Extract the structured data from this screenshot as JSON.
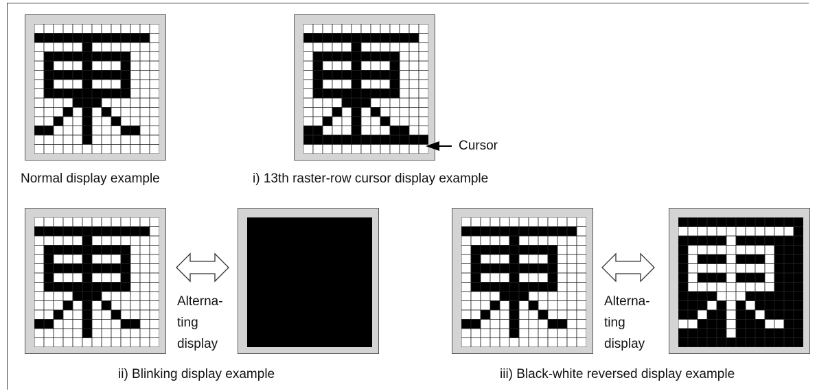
{
  "glyph": {
    "name": "東",
    "rows": [
      "0000000000000",
      "1111111111110",
      "0000010000000",
      "0111111111000",
      "0100010001000",
      "0111111111000",
      "0100010001000",
      "0111111111000",
      "0000111000000",
      "0001010100000",
      "0010010010000",
      "1100010001100",
      "0000010000000",
      "0000000000000"
    ]
  },
  "labels": {
    "normal": "Normal display example",
    "cursor": "Cursor",
    "cursor_example": "i) 13th raster-row cursor display example",
    "blinking": "ii) Blinking display example",
    "reversed": "iii) Black-white reversed display example",
    "alternating_1": "Alterna-",
    "alternating_2": "ting",
    "alternating_3": "display"
  },
  "colors": {
    "panel": "#d4d4d4",
    "grid": "#222222",
    "pixel_on": "#000000",
    "pixel_off": "#ffffff"
  },
  "icons": {
    "swap": "double-headed-arrow-icon",
    "pointer": "left-arrow-icon"
  }
}
